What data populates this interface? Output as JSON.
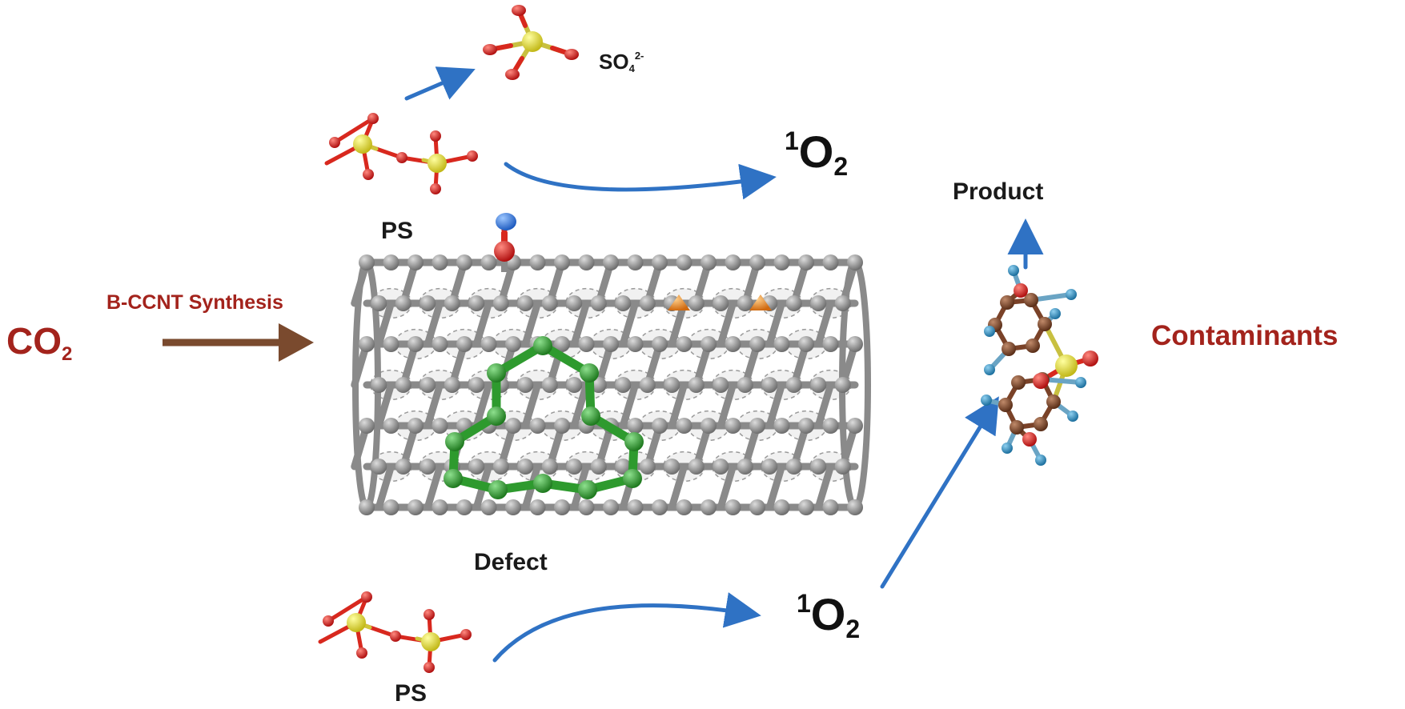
{
  "labels": {
    "so4_base": "SO",
    "so4_sub": "4",
    "so4_sup": "2-",
    "so4_tail": "",
    "singlet_sup": "1",
    "singlet_base": "O",
    "singlet_sub": "2",
    "product": "Product",
    "ps": "PS",
    "co2_base": "CO",
    "co2_sub": "2",
    "synthesis": "B-CCNT Synthesis",
    "contaminants": "Contaminants",
    "defect": "Defect"
  },
  "colors": {
    "title_red": "#a3231c",
    "flow_arrow": "#2f72c4",
    "synthesis_arrow": "#7a4a2e",
    "carbon": "#7d7d7d",
    "defect_carbon": "#2e9a2e",
    "boron": "#f0902a",
    "oxygen": "#e0201a",
    "sulfur": "#e4e028",
    "hydrogen": "#2a8ec4",
    "ring_carbon": "#7a4228",
    "nitrogen": "#3a80e0"
  },
  "icons": [
    "persulfate-molecule",
    "sulfate-molecule",
    "carbon-nanotube",
    "bisphenol-s-molecule"
  ]
}
